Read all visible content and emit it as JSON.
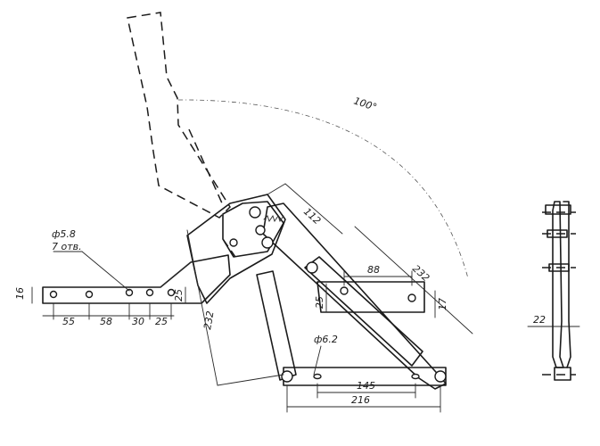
{
  "drawing": {
    "labels": {
      "angle": "100°",
      "hole_diameter": "ф5.8",
      "hole_count": "7 отв.",
      "bottom_link_hole": "ф6.2",
      "d16": "16",
      "d55": "55",
      "d58": "58",
      "d30": "30",
      "d25a": "25",
      "d25b": "25",
      "d25c": "25",
      "d232a": "232",
      "d112": "112",
      "d88": "88",
      "d232b": "232",
      "d17": "17",
      "d145": "145",
      "d216": "216",
      "d22": "22"
    }
  }
}
